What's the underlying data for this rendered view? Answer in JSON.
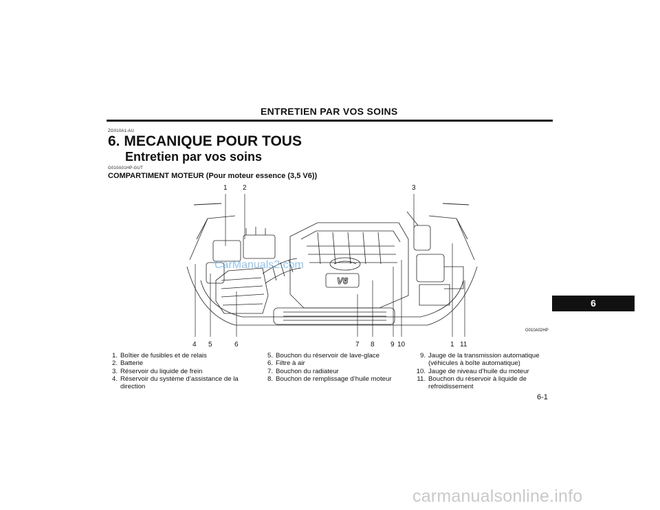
{
  "header": {
    "title": "ENTRETIEN PAR VOS SOINS"
  },
  "codes": {
    "chapter_code": "ZG010A1-AU",
    "section_code": "G010A01HP-GUT",
    "figure_code": "G010A02HP"
  },
  "chapter": {
    "title": "6. MECANIQUE POUR TOUS",
    "subtitle": "Entretien par vos soins"
  },
  "section": {
    "title": "COMPARTIMENT MOTEUR (Pour moteur essence (3,5 V6))"
  },
  "diagram": {
    "callouts_top": [
      "1",
      "2",
      "3"
    ],
    "callouts_bottom": [
      "4",
      "5",
      "6",
      "7",
      "8",
      "9",
      "10",
      "1",
      "11"
    ],
    "engine_badge": "V6"
  },
  "legend": {
    "col1": [
      {
        "num": "1.",
        "text": "Boîtier de fusibles et de relais"
      },
      {
        "num": "2.",
        "text": "Batterie"
      },
      {
        "num": "3.",
        "text": "Réservoir du liquide de frein"
      },
      {
        "num": "4.",
        "text": "Réservoir du système d’assistance de la direction"
      }
    ],
    "col2": [
      {
        "num": "5.",
        "text": "Bouchon du réservoir de lave-glace"
      },
      {
        "num": "6.",
        "text": "Filtre à air"
      },
      {
        "num": "7.",
        "text": "Bouchon du radiateur"
      },
      {
        "num": "8.",
        "text": "Bouchon de remplissage d’huile moteur"
      }
    ],
    "col3": [
      {
        "num": "9.",
        "text": "Jauge de la transmission automatique (véhicules à boîte automatique)"
      },
      {
        "num": "10.",
        "text": "Jauge de niveau d’huile du moteur"
      },
      {
        "num": "11.",
        "text": "Bouchon du réservoir à liquide de refroidissement"
      }
    ]
  },
  "side_tab": "6",
  "page_number": "6-1",
  "watermark_small": "CarManuals2.com",
  "watermark": "carmanualsonline.info"
}
